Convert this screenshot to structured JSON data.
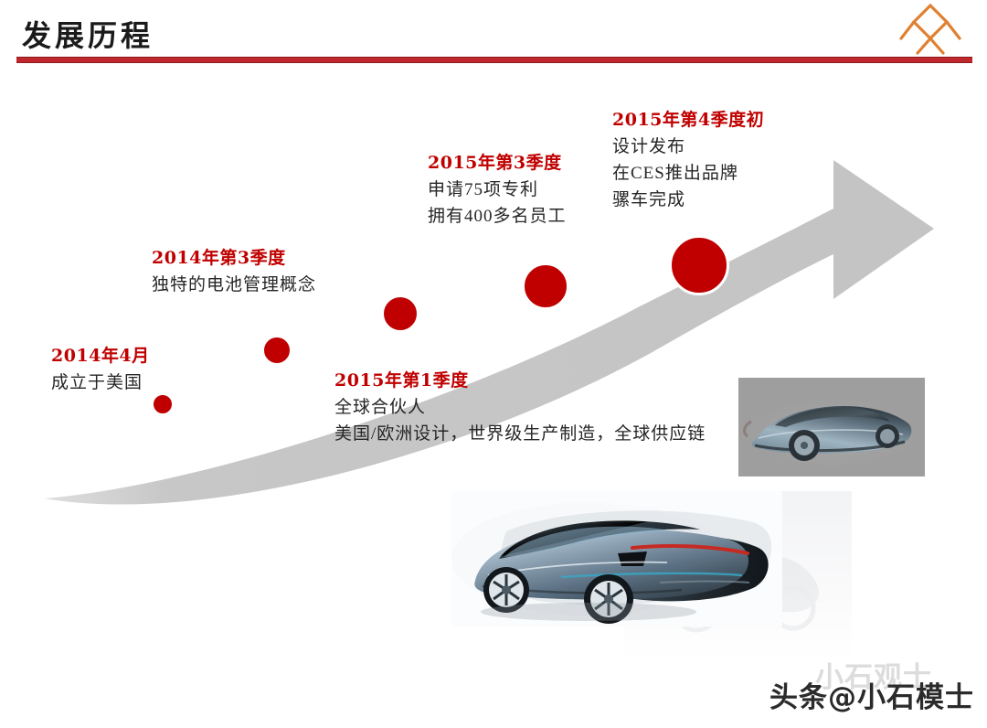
{
  "header": {
    "title": "发展历程",
    "rule_color": "#c0272d",
    "logo_name": "company-diamond-logo",
    "logo_color": "#e08030"
  },
  "theme": {
    "accent_red": "#c00000",
    "arrow_gray": "#c4c4c4",
    "body_text": "#262626"
  },
  "timeline": {
    "arrow_label": "growth-arrow",
    "milestones": [
      {
        "id": "2014-04",
        "title": "2014年4月",
        "lines": [
          "成立于美国"
        ],
        "dot_diameter": 26
      },
      {
        "id": "2014-q3",
        "title": "2014年第3季度",
        "lines": [
          "独特的电池管理概念"
        ],
        "dot_diameter": 34
      },
      {
        "id": "2015-q1",
        "title": "2015年第1季度",
        "lines": [
          "全球合伙人",
          "美国/欧洲设计，世界级生产制造，全球供应链"
        ],
        "dot_diameter": 42
      },
      {
        "id": "2015-q3",
        "title": "2015年第3季度",
        "lines": [
          "申请75项专利",
          "拥有400多名员工"
        ],
        "dot_diameter": 52
      },
      {
        "id": "2015-q4",
        "title": "2015年第4季度初",
        "lines": [
          "设计发布",
          "在CES推出品牌",
          "骡车完成"
        ],
        "dot_diameter": 66
      }
    ]
  },
  "images": {
    "sketch_small": "concept-sedan-sketch",
    "sketch_large": "concept-suv-sketch",
    "sketch_reflection": "concept-suv-sketch-reflection"
  },
  "watermark": {
    "text": "头条@小石模士",
    "ghost_text": "小石观士"
  }
}
